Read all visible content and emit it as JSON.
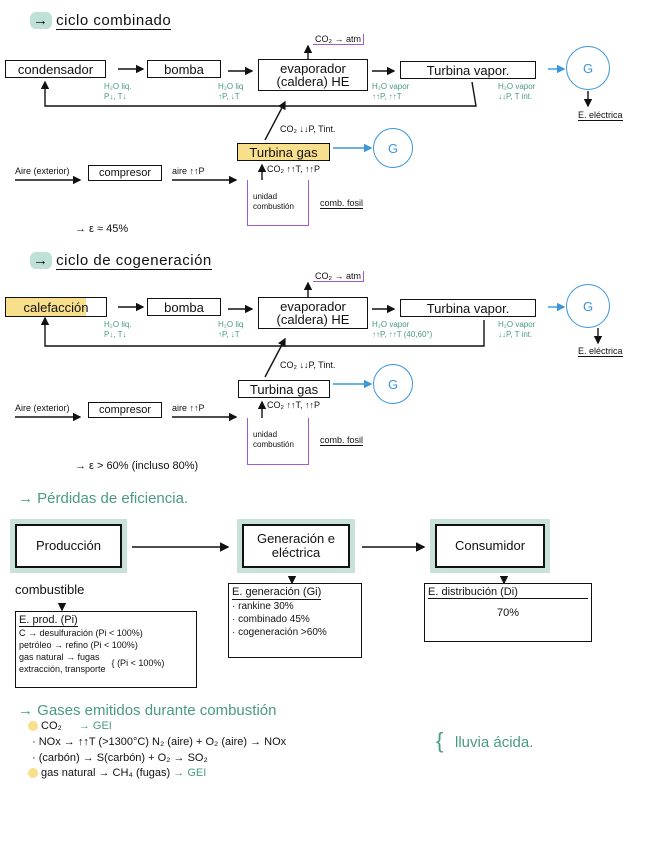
{
  "colors": {
    "green_accent": "#4a9a86",
    "highlight_green": "#bfe0d6",
    "highlight_yellow": "#f7df8c",
    "generator_blue": "#3b96dc",
    "combustion_purple": "#9a5cd6"
  },
  "section1": {
    "title": "ciclo combinado",
    "co2_atm": "CO₂ → atm",
    "boxes": {
      "condensador": "condensador",
      "bomba": "bomba",
      "evaporador": "evaporador (caldera) HE",
      "turbina_vapor": "Turbina vapor."
    },
    "labels": {
      "after_condensador": [
        "H₂O liq.",
        "P↓, T↓"
      ],
      "after_bomba": [
        "H₂O liq",
        "↑P, ↓T"
      ],
      "after_evaporador": [
        "H₂O vapor",
        "↑↑P, ↑↑T"
      ],
      "after_turbina": [
        "H₂O vapor",
        "↓↓P, T int."
      ]
    },
    "generator": "G",
    "e_electrica": "E. eléctrica",
    "co2_exhaust": "CO₂ ↓↓P, Tint.",
    "turbina_gas": "Turbina gas",
    "co2_hot": "CO₂ ↑↑T, ↑↑P",
    "aire_exterior": "Aire (exterior)",
    "compresor": "compresor",
    "aire_pressure": "aire ↑↑P",
    "unidad_combustion": "unidad combustión",
    "comb_fosil": "comb. fosil",
    "efficiency": "→ ε ≈ 45%"
  },
  "section2": {
    "title": "ciclo de cogeneración",
    "co2_atm": "CO₂ → atm",
    "boxes": {
      "calefaccion": "calefacción",
      "bomba": "bomba",
      "evaporador": "evaporador (caldera) HE",
      "turbina_vapor": "Turbina vapor."
    },
    "labels": {
      "after_calefaccion": [
        "H₂O liq.",
        "P↓, T↓"
      ],
      "after_bomba": [
        "H₂O liq",
        "↑P, ↓T"
      ],
      "after_evaporador": [
        "H₂O vapor",
        "↑↑P, ↑↑T (40,60°)"
      ],
      "after_turbina": [
        "H₂O vapor",
        "↓↓P, T int."
      ]
    },
    "generator": "G",
    "e_electrica": "E. eléctrica",
    "co2_exhaust": "CO₂ ↓↓P, Tint.",
    "turbina_gas": "Turbina gas",
    "co2_hot": "CO₂ ↑↑T, ↑↑P",
    "aire_exterior": "Aire (exterior)",
    "compresor": "compresor",
    "aire_pressure": "aire ↑↑P",
    "unidad_combustion": "unidad combustión",
    "comb_fosil": "comb. fosil",
    "efficiency": "→ ε > 60%",
    "efficiency_note": "(incluso 80%)"
  },
  "section3": {
    "title": "→ Pérdidas de eficiencia.",
    "stages": [
      "Producción",
      "Generación e eléctrica",
      "Consumidor"
    ],
    "combustible": "combustible",
    "prod": {
      "heading": "E. prod. (Pi)",
      "items": [
        "C → desulfuración (Pi < 100%)",
        "petróleo → refino (Pi < 100%)",
        "gas natural → fugas",
        "extracción, transporte"
      ],
      "brace": "(Pi < 100%)"
    },
    "gen": {
      "heading": "E. generación (Gi)",
      "items": [
        "· rankine 30%",
        "· combinado 45%",
        "· cogeneración >60%"
      ]
    },
    "dist": {
      "heading": "E. distribución (Di)",
      "value": "70%"
    }
  },
  "section4": {
    "title": "→ Gases emitidos durante combustión",
    "lines": [
      {
        "text": "CO₂",
        "result": "→ GEI",
        "highlight": true
      },
      {
        "text": "· NOx → ↑↑T (>1300°C)  N₂ (aire) + O₂ (aire) → NOx",
        "highlight": false
      },
      {
        "text": "· (carbón) → S(carbón) + O₂ → SO₂",
        "highlight": false
      },
      {
        "text": "gas natural → CH₄ (fugas)",
        "result": "→ GEI",
        "highlight": true
      }
    ],
    "lluvia": "lluvia ácida."
  }
}
